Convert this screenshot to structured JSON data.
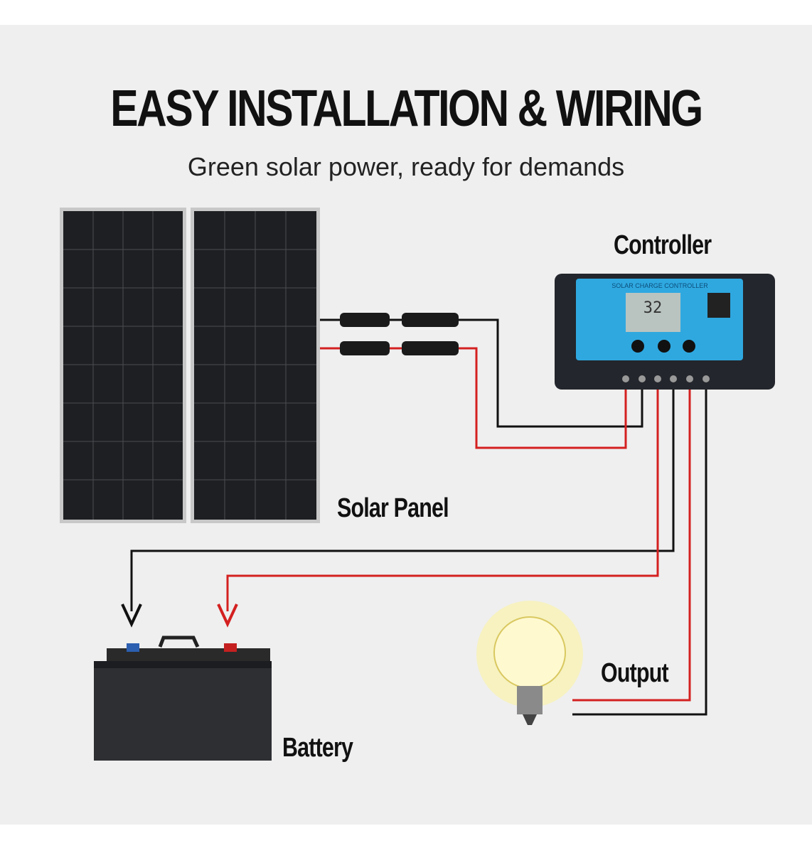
{
  "header": {
    "title": "EASY INSTALLATION & WIRING",
    "subtitle": "Green solar power, ready for demands"
  },
  "labels": {
    "controller": "Controller",
    "solar_panel": "Solar Panel",
    "output": "Output",
    "battery": "Battery"
  },
  "controller": {
    "brand_text": "SOLAR CHARGE CONTROLLER",
    "display_value": "32"
  },
  "colors": {
    "wire_red": "#d42020",
    "wire_black": "#111111",
    "controller_blue": "#2fa8e0",
    "background": "#efefef"
  }
}
